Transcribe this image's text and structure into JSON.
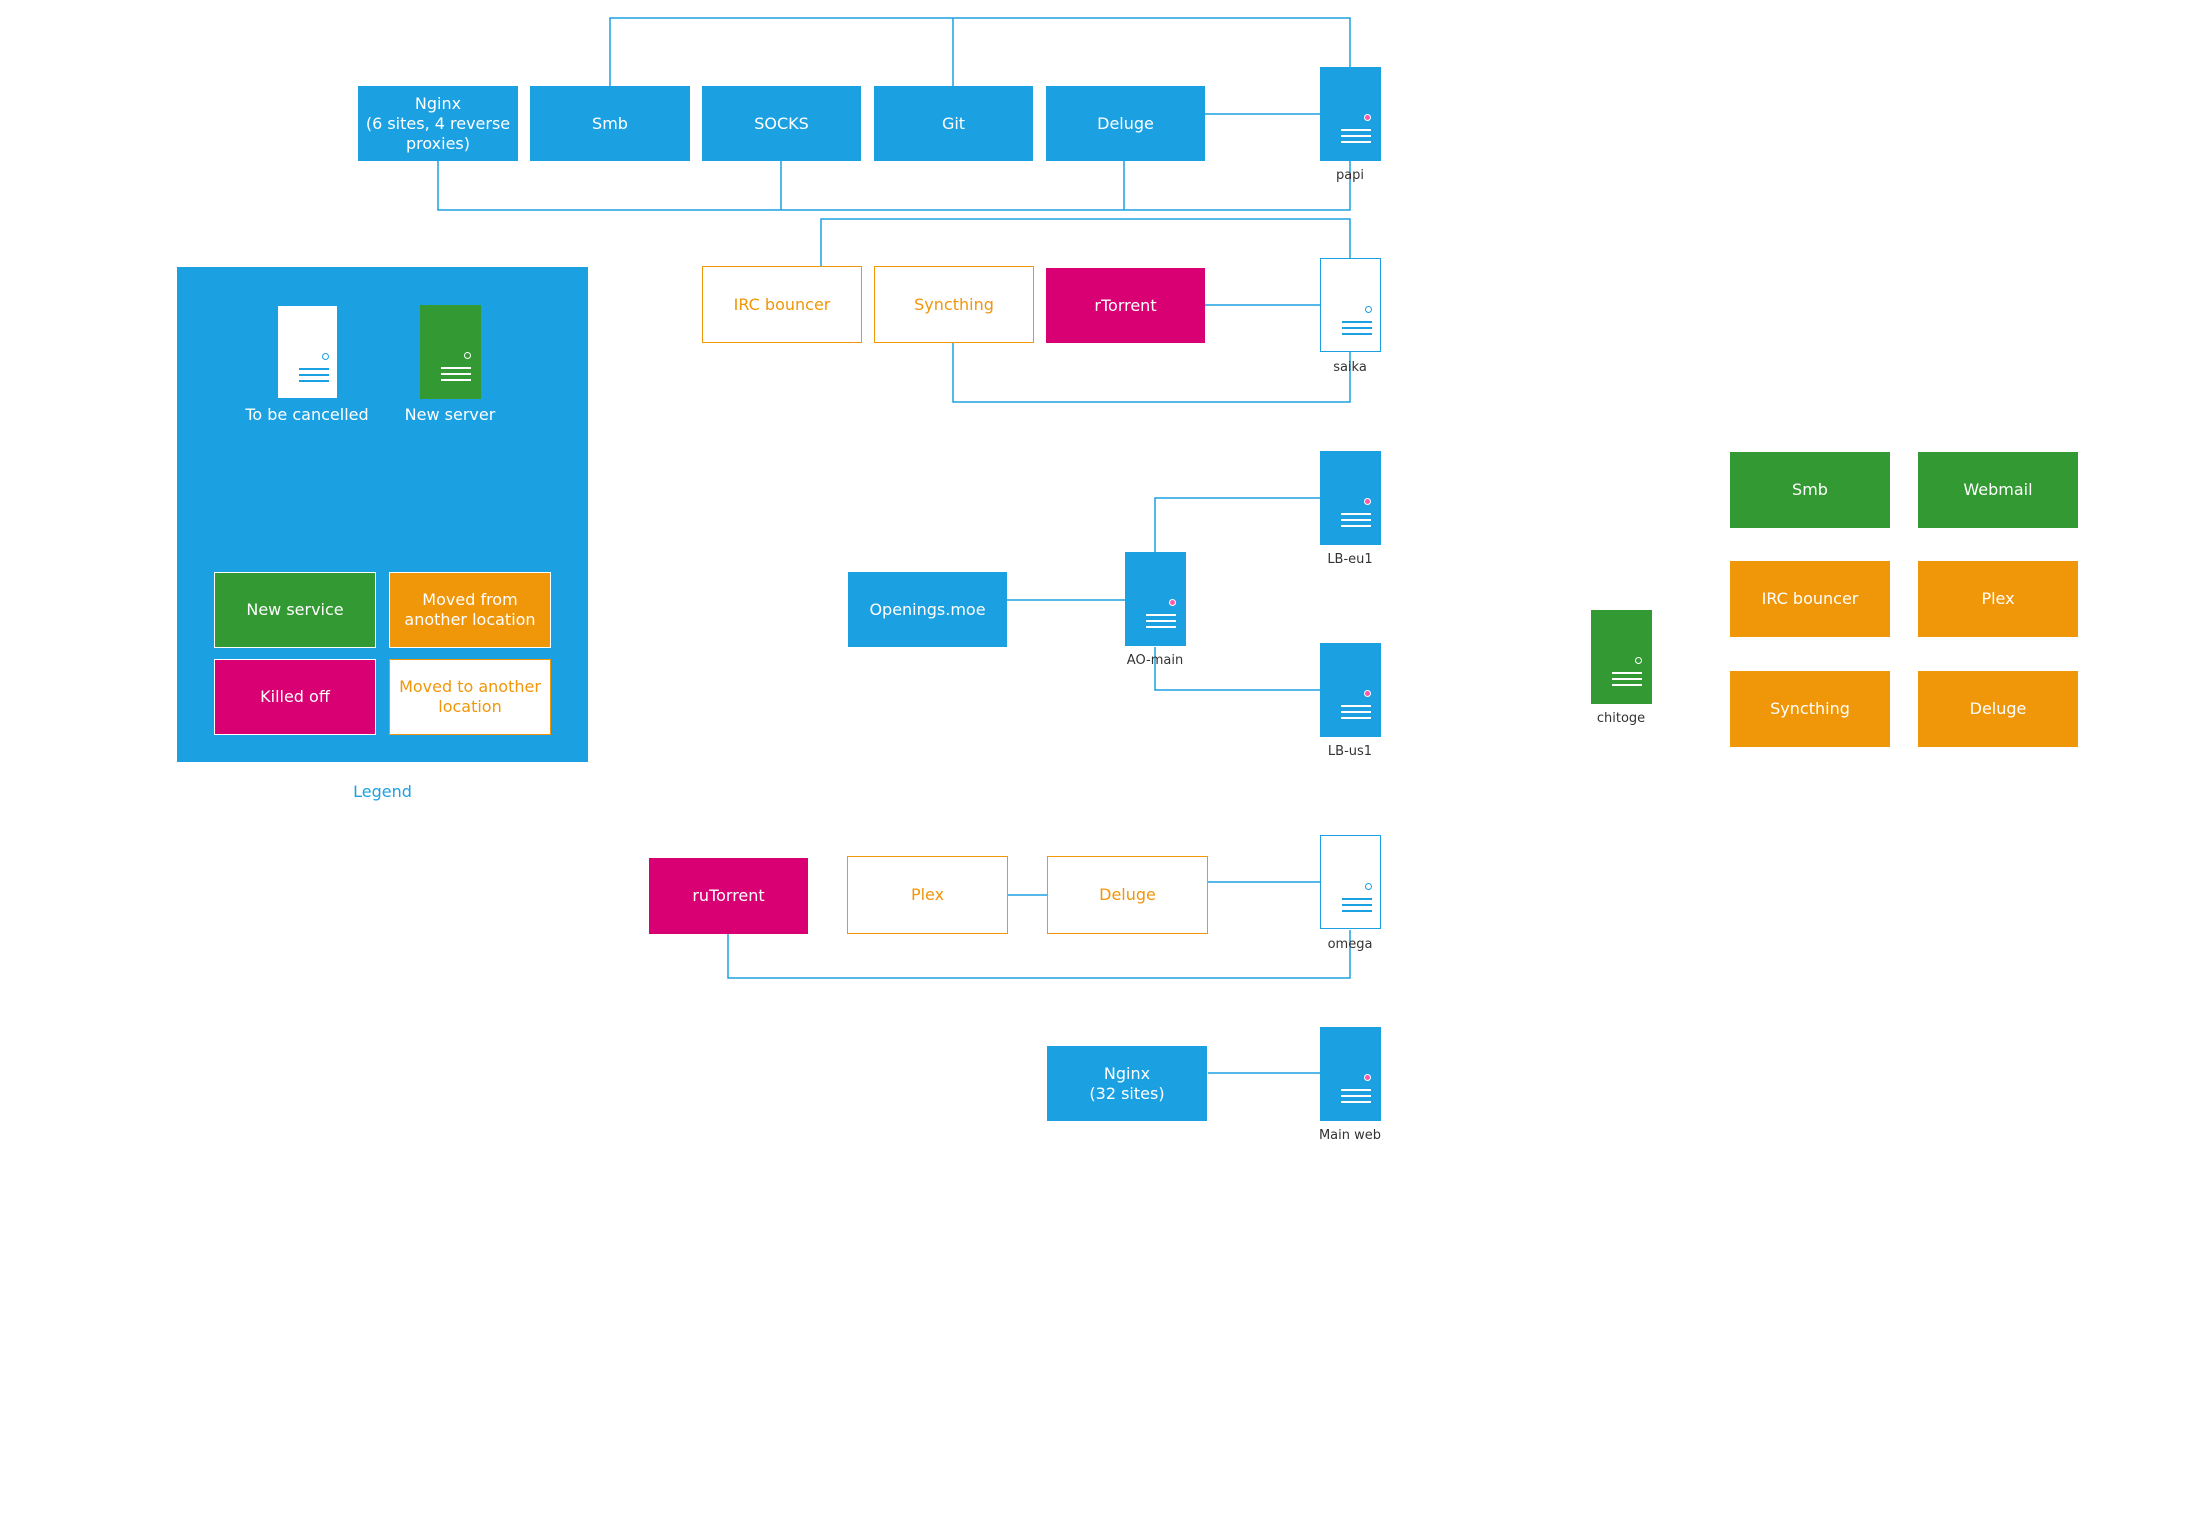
{
  "legend": {
    "title": "Legend",
    "to_be_cancelled": "To be cancelled",
    "new_server": "New server",
    "new_service": "New service",
    "moved_from": "Moved from another location",
    "killed_off": "Killed off",
    "moved_to": "Moved to another location"
  },
  "servers": {
    "papi": "papi",
    "saika": "saika",
    "lb_eu1": "LB-eu1",
    "ao_main": "AO-main",
    "lb_us1": "LB-us1",
    "omega": "omega",
    "main_web": "Main web",
    "chitoge": "chitoge"
  },
  "services": {
    "papi_nginx": "Nginx\n(6 sites, 4 reverse\nproxies)",
    "papi_smb": "Smb",
    "papi_socks": "SOCKS",
    "papi_git": "Git",
    "papi_deluge": "Deluge",
    "saika_irc": "IRC bouncer",
    "saika_syncthing": "Syncthing",
    "saika_rtorrent": "rTorrent",
    "openings": "Openings.moe",
    "omega_rutorrent": "ruTorrent",
    "omega_plex": "Plex",
    "omega_deluge": "Deluge",
    "mainweb_nginx": "Nginx\n(32 sites)",
    "chitoge_smb": "Smb",
    "chitoge_webmail": "Webmail",
    "chitoge_irc": "IRC bouncer",
    "chitoge_plex": "Plex",
    "chitoge_syncthing": "Syncthing",
    "chitoge_deluge": "Deluge"
  },
  "colors": {
    "existing": "#1ba1e2",
    "new": "#339933",
    "moved_from": "#f09609",
    "killed": "#d80073",
    "moved_to_border": "#f09609"
  }
}
